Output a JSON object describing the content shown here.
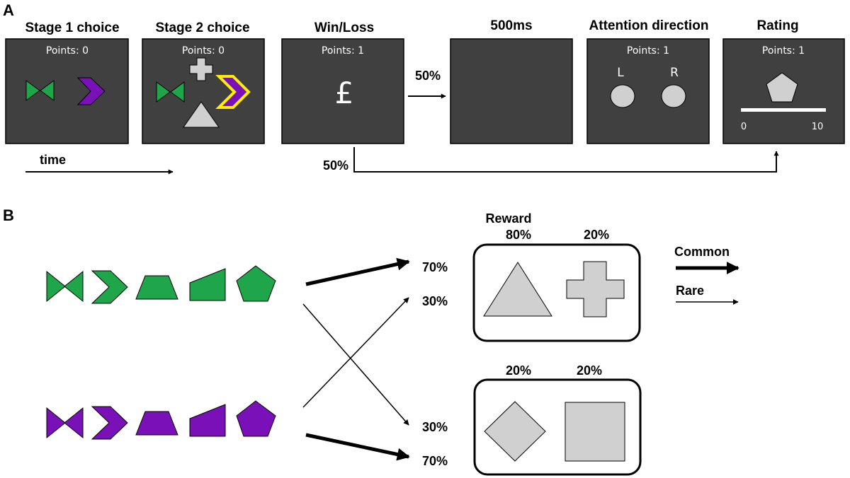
{
  "panels": {
    "a_letter": "A",
    "b_letter": "B"
  },
  "colors": {
    "screen_bg": "#404040",
    "green": "#1fa64a",
    "purple": "#7a10b8",
    "grey_shape": "#d0d0d0",
    "highlight": "#ffee00"
  },
  "panel_a": {
    "screens": [
      {
        "title": "Stage 1 choice",
        "points": "Points: 0"
      },
      {
        "title": "Stage 2 choice",
        "points": "Points: 0"
      },
      {
        "title": "Win/Loss",
        "points": "Points: 1",
        "symbol": "£"
      },
      {
        "title": "500ms",
        "points": ""
      },
      {
        "title": "Attention direction",
        "points": "Points: 1",
        "left": "L",
        "right": "R"
      },
      {
        "title": "Rating",
        "points": "Points: 1",
        "scale_min": "0",
        "scale_max": "10"
      }
    ],
    "time_label": "time",
    "branch_upper": "50%",
    "branch_lower": "50%"
  },
  "panel_b": {
    "reward_label": "Reward",
    "top_box": {
      "left_pct": "80%",
      "right_pct": "20%"
    },
    "bottom_box": {
      "left_pct": "20%",
      "right_pct": "20%"
    },
    "transitions": {
      "green_common": "70%",
      "purple_rare": "30%",
      "green_rare": "30%",
      "purple_common": "70%"
    },
    "legend": {
      "common": "Common",
      "rare": "Rare"
    }
  }
}
